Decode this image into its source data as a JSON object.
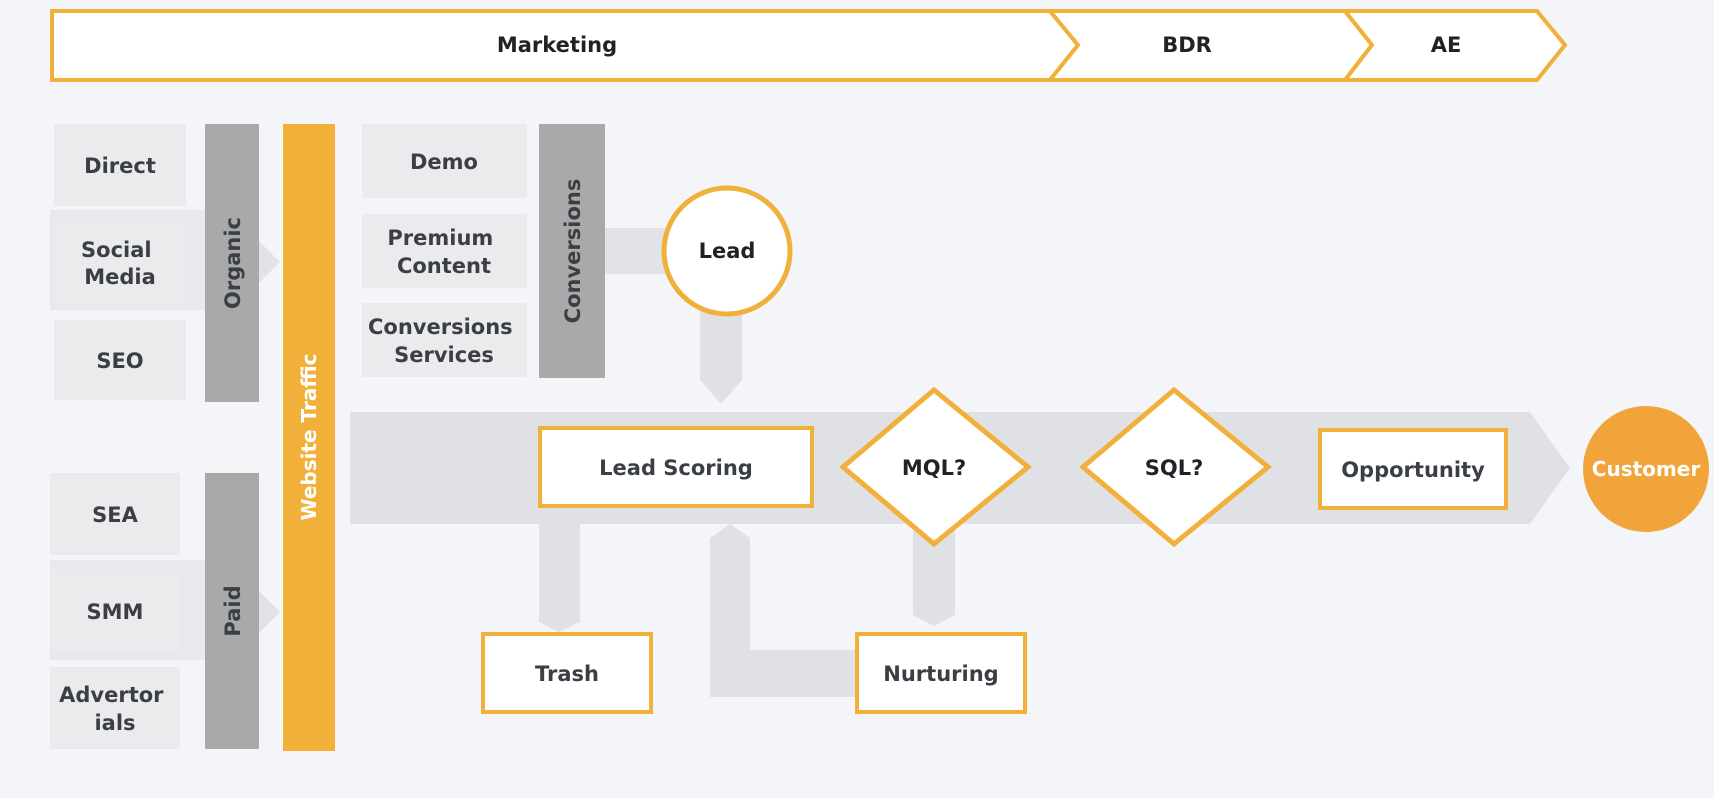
{
  "stages": {
    "marketing": "Marketing",
    "bdr": "BDR",
    "ae": "AE"
  },
  "organic_sources": {
    "direct": "Direct",
    "social_media": [
      "Social",
      "Media"
    ],
    "seo": "SEO"
  },
  "organic_label": "Organic",
  "paid_sources": {
    "sea": "SEA",
    "smm": "SMM",
    "advertorials": [
      "Advertor",
      "ials"
    ]
  },
  "paid_label": "Paid",
  "website_traffic_label": "Website Traffic",
  "conversion_sources": {
    "demo": "Demo",
    "premium_content": [
      "Premium",
      "Content"
    ],
    "conversions_services": [
      "Conversions",
      "Services"
    ]
  },
  "conversions_label": "Conversions",
  "flow": {
    "lead": "Lead",
    "lead_scoring": "Lead Scoring",
    "mql": "MQL?",
    "sql": "SQL?",
    "opportunity": "Opportunity",
    "customer": "Customer",
    "trash": "Trash",
    "nurturing": "Nurturing"
  },
  "colors": {
    "accent_orange": "#f0b03a",
    "customer_orange": "#f0a43a",
    "gray_bar": "#a9a9aa",
    "light_box": "#ebebed",
    "arrow_gray": "#dfe1e5",
    "text_dark": "#3a3f45",
    "background": "#f3f5f8"
  }
}
